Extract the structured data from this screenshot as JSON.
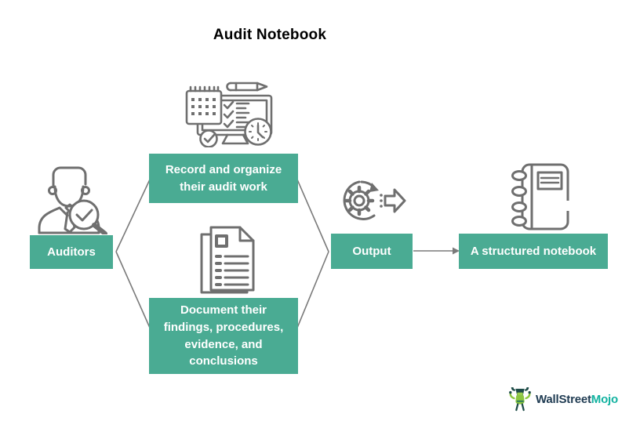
{
  "title": "Audit Notebook",
  "nodes": {
    "auditors": "Auditors",
    "record": "Record and organize their audit work",
    "document": "Document their findings, procedures, evidence, and conclusions",
    "output": "Output",
    "result": "A structured notebook"
  },
  "logo": {
    "brand_primary": "WallStreet",
    "brand_accent": "Mojo"
  },
  "icons": {
    "auditor": "auditor-person-with-magnifier-check",
    "planning": "monitor-checklist-calendar-pencil-clock",
    "documents": "stacked-documents-checklist",
    "process": "gear-cycle-output-arrow",
    "notebook": "ring-bound-notebook",
    "logo": "wallstreetmojo-bull-mascot"
  },
  "colors": {
    "node_fill": "#4aab93",
    "node_text": "#ffffff",
    "connector": "#7a7a7a",
    "icon_stroke": "#6f6f6f",
    "title_text": "#000000",
    "logo_primary": "#1f3b52",
    "logo_accent": "#12b2a0"
  }
}
